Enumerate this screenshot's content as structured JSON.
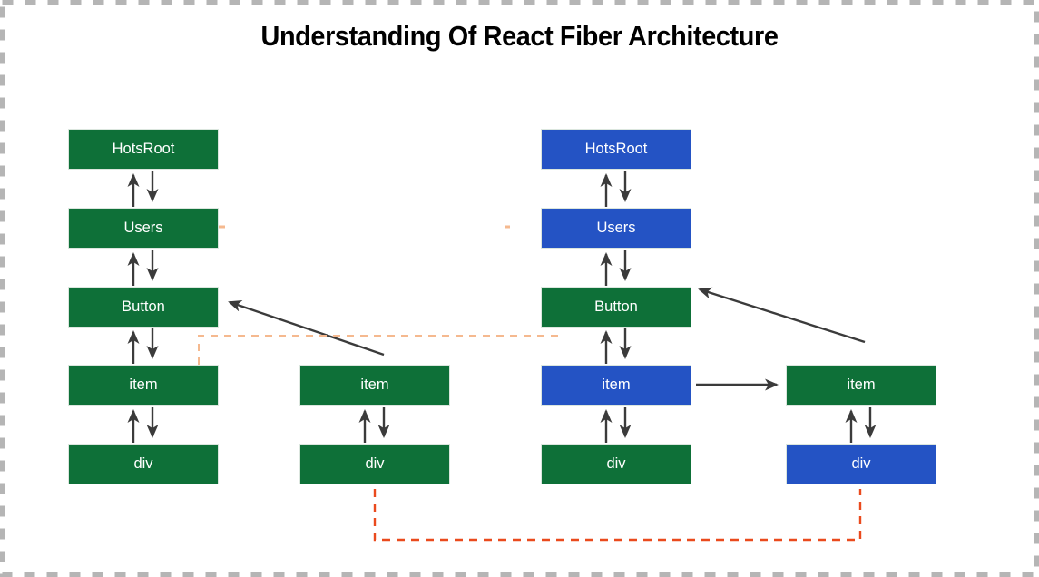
{
  "header": {
    "title": "Understanding Of React Fiber Architecture"
  },
  "palette": {
    "green": "#0e7038",
    "blue": "#2453c4",
    "arrow": "#3b3b3b",
    "dashed_peach": "#f5b98f",
    "dashed_red": "#ea4a1d",
    "frame": "#b5b5b5",
    "label_text": "#ffffff",
    "title_text": "#000000"
  },
  "trees": {
    "left": {
      "main": [
        {
          "label": "HotsRoot",
          "color": "#0e7038"
        },
        {
          "label": "Users",
          "color": "#0e7038"
        },
        {
          "label": "Button",
          "color": "#0e7038"
        },
        {
          "label": "item",
          "color": "#0e7038"
        },
        {
          "label": "div",
          "color": "#0e7038"
        }
      ],
      "sibling": [
        {
          "label": "item",
          "color": "#0e7038"
        },
        {
          "label": "div",
          "color": "#0e7038"
        }
      ]
    },
    "right": {
      "main": [
        {
          "label": "HotsRoot",
          "color": "#2453c4"
        },
        {
          "label": "Users",
          "color": "#2453c4"
        },
        {
          "label": "Button",
          "color": "#0e7038"
        },
        {
          "label": "item",
          "color": "#2453c4"
        },
        {
          "label": "div",
          "color": "#0e7038"
        }
      ],
      "sibling": [
        {
          "label": "item",
          "color": "#0e7038"
        },
        {
          "label": "div",
          "color": "#2453c4"
        }
      ]
    }
  }
}
